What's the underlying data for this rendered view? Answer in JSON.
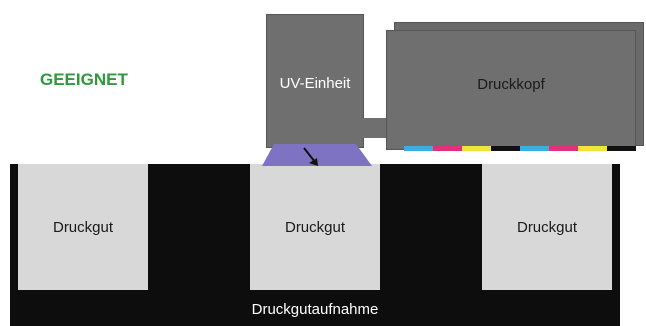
{
  "status": {
    "text": "GEEIGNET",
    "color": "#2e9a3c"
  },
  "uv_unit": {
    "label": "UV-Einheit"
  },
  "print_head": {
    "label": "Druckkopf",
    "nozzle_colors": [
      "#3ab0e0",
      "#e0307e",
      "#f2e53a",
      "#111111",
      "#3ab0e0",
      "#e0307e",
      "#f2e53a",
      "#111111"
    ]
  },
  "uv_beam": {
    "color": "#7e72c2"
  },
  "substrates": [
    {
      "label": "Druckgut"
    },
    {
      "label": "Druckgut"
    },
    {
      "label": "Druckgut"
    }
  ],
  "tray": {
    "label": "Druckgutaufnahme"
  }
}
